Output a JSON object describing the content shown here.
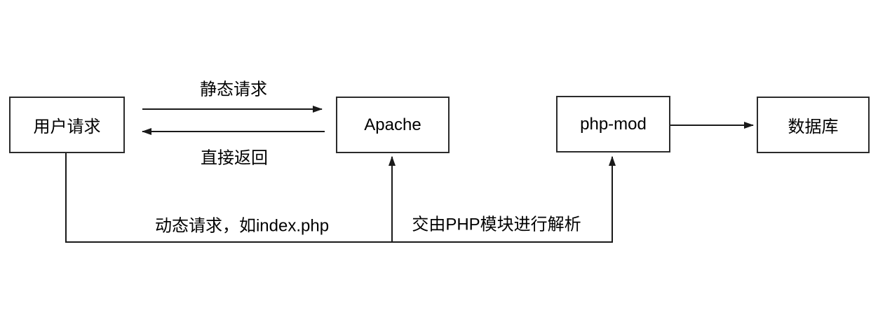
{
  "diagram": {
    "title": "Apache php-mod request flow",
    "background_color": "#ffffff",
    "line_color": "#1a1a1a",
    "box_border_color": "#2b2b2b",
    "text_color": "#000000",
    "nodes": [
      {
        "id": "user-request",
        "label": "用户请求"
      },
      {
        "id": "apache",
        "label": "Apache"
      },
      {
        "id": "php-mod",
        "label": "php-mod"
      },
      {
        "id": "database",
        "label": "数据库"
      }
    ],
    "edges": [
      {
        "from": "用户请求",
        "to": "Apache",
        "label": "静态请求",
        "style": "horizontal-arrow-right"
      },
      {
        "from": "Apache",
        "to": "用户请求",
        "label": "直接返回",
        "style": "horizontal-arrow-left"
      },
      {
        "from": "用户请求",
        "to": "Apache",
        "label": "动态请求，如index.php",
        "style": "down-right-up-arrow"
      },
      {
        "from": "Apache",
        "to": "php-mod",
        "label": "交由PHP模块进行解析",
        "style": "right-up-arrow"
      },
      {
        "from": "php-mod",
        "to": "数据库",
        "label": "",
        "style": "horizontal-arrow-right"
      }
    ]
  }
}
